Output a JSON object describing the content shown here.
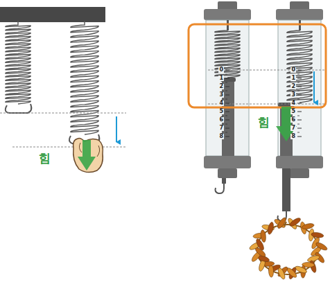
{
  "diagram": {
    "labels": [
      "힘",
      "0",
      "1",
      "2",
      "3",
      "4",
      "5",
      "6",
      "7",
      "8",
      "0",
      "1",
      "2",
      "3",
      "4",
      "5",
      "6",
      "7",
      "8",
      "힘"
    ]
  }
}
